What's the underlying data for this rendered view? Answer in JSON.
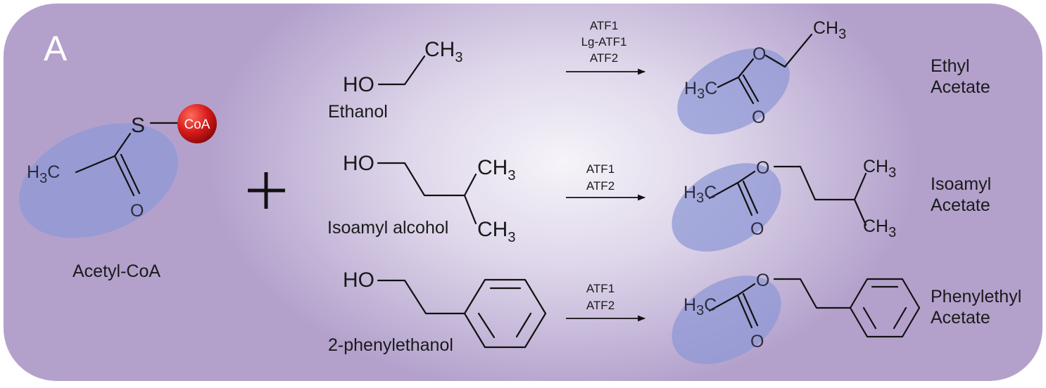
{
  "panel_label": "A",
  "acetyl_coa": {
    "name": "Acetyl-CoA",
    "sulfur": "S",
    "coa": "CoA",
    "methyl_H": "H",
    "methyl_sub": "3",
    "methyl_C": "C",
    "oxygen": "O"
  },
  "plus": "+",
  "reactions": [
    {
      "alcohol_name": "Ethanol",
      "enzymes": [
        "ATF1",
        "Lg-ATF1",
        "ATF2"
      ],
      "product_line1": "Ethyl",
      "product_line2": "Acetate"
    },
    {
      "alcohol_name": "Isoamyl alcohol",
      "enzymes": [
        "ATF1",
        "ATF2"
      ],
      "product_line1": "Isoamyl",
      "product_line2": "Acetate"
    },
    {
      "alcohol_name": "2-phenylethanol",
      "enzymes": [
        "ATF1",
        "ATF2"
      ],
      "product_line1": "Phenylethyl",
      "product_line2": "Acetate"
    }
  ],
  "atoms": {
    "HO": "HO",
    "CH": "CH",
    "three": "3",
    "H": "H",
    "C": "C",
    "O": "O"
  },
  "colors": {
    "panel_center": "#f4f2f8",
    "panel_edge": "#b5a3cd",
    "highlight": "#8d97d6",
    "coa_ball": "#cc1111"
  }
}
